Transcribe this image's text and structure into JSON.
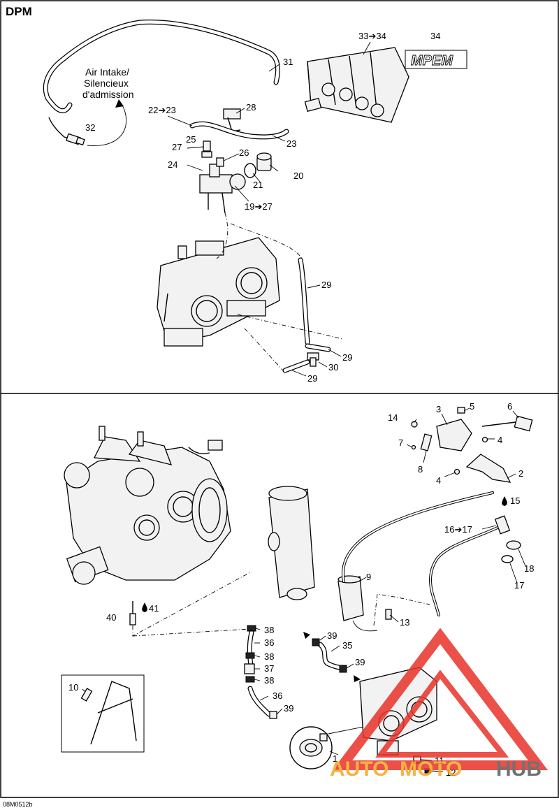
{
  "header": {
    "title": "DPM"
  },
  "top_note": {
    "line1": "Air Intake/",
    "line2": "Silencieux",
    "line3": "d'admission"
  },
  "labels": {
    "n31": "31",
    "n32": "32",
    "n33_34": "33➔34",
    "n34": "34",
    "n22_23": "22➔23",
    "n28": "28",
    "n27": "27",
    "n25": "25",
    "n23": "23",
    "n26": "26",
    "n24": "24",
    "n20": "20",
    "n21": "21",
    "n19_27": "19➔27",
    "n29a": "29",
    "n29b": "29",
    "n30": "30",
    "n29c": "29",
    "n14": "14",
    "n3": "3",
    "n5": "5",
    "n6": "6",
    "n7": "7",
    "n4a": "4",
    "n8": "8",
    "n4b": "4",
    "n2": "2",
    "n15": "15",
    "n16_17": "16➔17",
    "n18": "18",
    "n17": "17",
    "n9": "9",
    "n13": "13",
    "n40": "40",
    "n41": "41",
    "n38a": "38",
    "n36a": "36",
    "n38b": "38",
    "n37": "37",
    "n38c": "38",
    "n36b": "36",
    "n39a": "39",
    "n35": "35",
    "n39b": "39",
    "n39c": "39",
    "n10": "10",
    "n1": "1",
    "n11": "11",
    "n12": "12"
  },
  "logo": {
    "text": "MPEM"
  },
  "watermark": {
    "part1": "AUTO",
    "part2": "MOTO",
    "part3": "HUB"
  },
  "footer": {
    "code": "08M0512b"
  },
  "colors": {
    "watermark_red": "#e8322a",
    "watermark_orange": "#f5a623",
    "watermark_grey": "#5a5a5a",
    "line": "#000000"
  }
}
